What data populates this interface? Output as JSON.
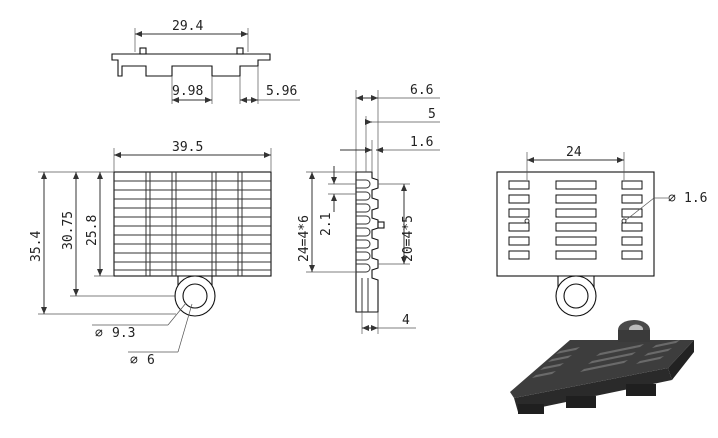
{
  "dimensions": {
    "top_width": "29.4",
    "top_left_gap": "9.98",
    "top_right_gap": "5.96",
    "front_width": "39.5",
    "front_h1": "35.4",
    "front_h2": "30.75",
    "front_h3": "25.8",
    "front_hole_outer": "9.3",
    "front_hole_inner": "6",
    "side_d1": "6.6",
    "side_d2": "5",
    "side_d3": "1.6",
    "side_d4": "4",
    "side_pitch_left": "24=4*6",
    "side_small": "2.1",
    "side_pitch_right": "20=4*5",
    "back_width": "24",
    "back_pin": "1.6"
  },
  "symbols": {
    "diameter": "⌀"
  },
  "colors": {
    "line": "#333333",
    "part_fill": "#ffffff",
    "iso_dark": "#2a2a2a",
    "iso_mid": "#4a4a4a"
  }
}
